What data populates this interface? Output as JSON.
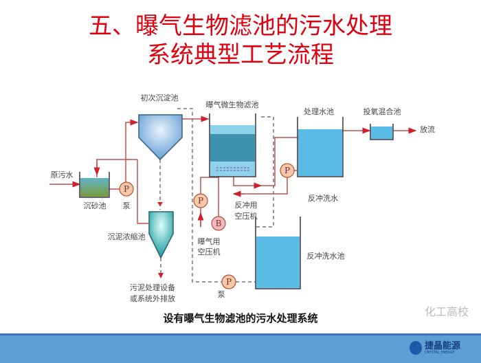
{
  "title": {
    "line1": "五、曝气生物滤池的污水处理",
    "line2": "系统典型工艺流程"
  },
  "diagram": {
    "primary_clarifier": "初次沉淀池",
    "baf": "曝气微生物滤池",
    "treated_tank": "处理水池",
    "oxygen_mix_tank": "投氧混合池",
    "discharge": "放流",
    "raw_sewage": "原污水",
    "grit_tank": "沉砂池",
    "pump": "泵",
    "pump_symbol": "P",
    "blower_symbol": "B",
    "backwash_blower_1": "反冲用",
    "backwash_blower_2": "空压机",
    "aeration_blower_1": "曝气用",
    "aeration_blower_2": "空压机",
    "backwash_water": "反冲洗水",
    "backwash_tank": "反冲洗水池",
    "sludge_thickener": "沉泥浓缩池",
    "sludge_out_1": "污泥处理设备",
    "sludge_out_2": "或系统外排放",
    "pump_bottom": "泵"
  },
  "caption": "设有曝气生物滤池的污水处理系统",
  "watermark": "化工高校",
  "logo": {
    "name": "捷晶能源",
    "sub": "CRYSTAL ENERGY"
  },
  "colors": {
    "title": "#e00010",
    "pipe": "#c0504d",
    "water": "#5bbde6",
    "footer": "#5f9ed4"
  }
}
